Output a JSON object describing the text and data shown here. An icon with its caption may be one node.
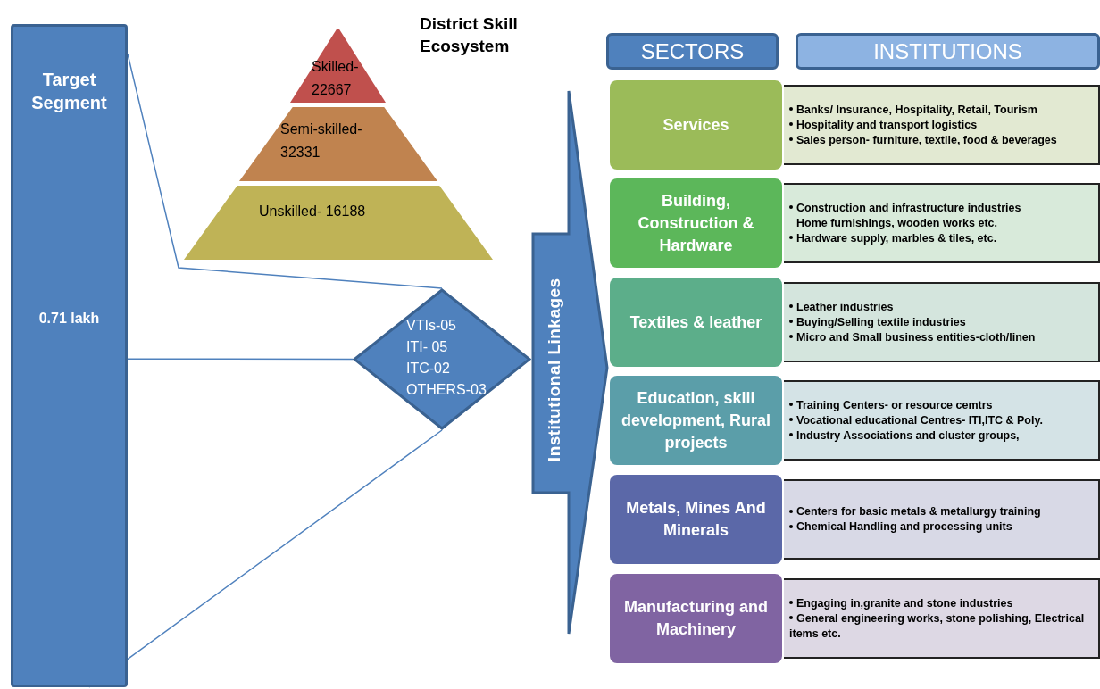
{
  "diagram": {
    "title": "District Skill Ecosystem",
    "nodes": [
      {
        "text": [
          "Target Segment",
          "0.71 lakh"
        ]
      },
      {
        "text": [
          "Skilled- 22667"
        ]
      },
      {
        "text": [
          "Semi-skilled- 32331"
        ]
      },
      {
        "text": [
          "Unskilled- 16188"
        ]
      },
      {
        "text": [
          "VTIs-05",
          "ITI- 05",
          "ITC-02",
          "OTHERS-03"
        ]
      },
      {
        "text": [
          "Institutional Linkages"
        ]
      },
      {
        "text": [
          "SECTORS"
        ]
      },
      {
        "text": [
          "INSTITUTIONS"
        ]
      },
      {
        "text": [
          "Services"
        ]
      },
      {
        "text": [
          "Building, Construction & Hardware"
        ]
      },
      {
        "text": [
          "Textiles & leather"
        ]
      },
      {
        "text": [
          "Education, skill development, Rural projects"
        ]
      },
      {
        "text": [
          "Metals, Mines And Minerals"
        ]
      },
      {
        "text": [
          "Manufacturing and Machinery"
        ]
      },
      {
        "text": [
          "Banks/ Insurance, Hospitality, Retail, Tourism",
          "Hospitality and transport logistics",
          "Sales person- furniture, textile, food & beverages"
        ]
      },
      {
        "text": [
          "Construction and infrastructure industries",
          "Home furnishings, wooden works etc.",
          "Hardware supply, marbles & tiles, etc."
        ]
      },
      {
        "text": [
          "Leather industries",
          "Buying/Selling textile industries",
          "Micro and Small business entities-cloth/linen"
        ]
      },
      {
        "text": [
          "Training Centers- or resource cemtrs",
          "Vocational educational Centres- ITI,ITC & Poly.",
          "Industry Associations and cluster groups,"
        ]
      },
      {
        "text": [
          "Centers for basic metals & metallurgy training",
          "Chemical Handling and processing units"
        ]
      },
      {
        "text": [
          "Engaging in,granite and stone industries",
          "General engineering works, stone polishing, Electrical items etc."
        ]
      }
    ],
    "edges": [
      {
        "from": 0,
        "to": 4,
        "arrow": "none"
      },
      {
        "from": 0,
        "to": 4,
        "arrow": "none"
      },
      {
        "from": 0,
        "to": 4,
        "arrow": "none"
      }
    ]
  }
}
